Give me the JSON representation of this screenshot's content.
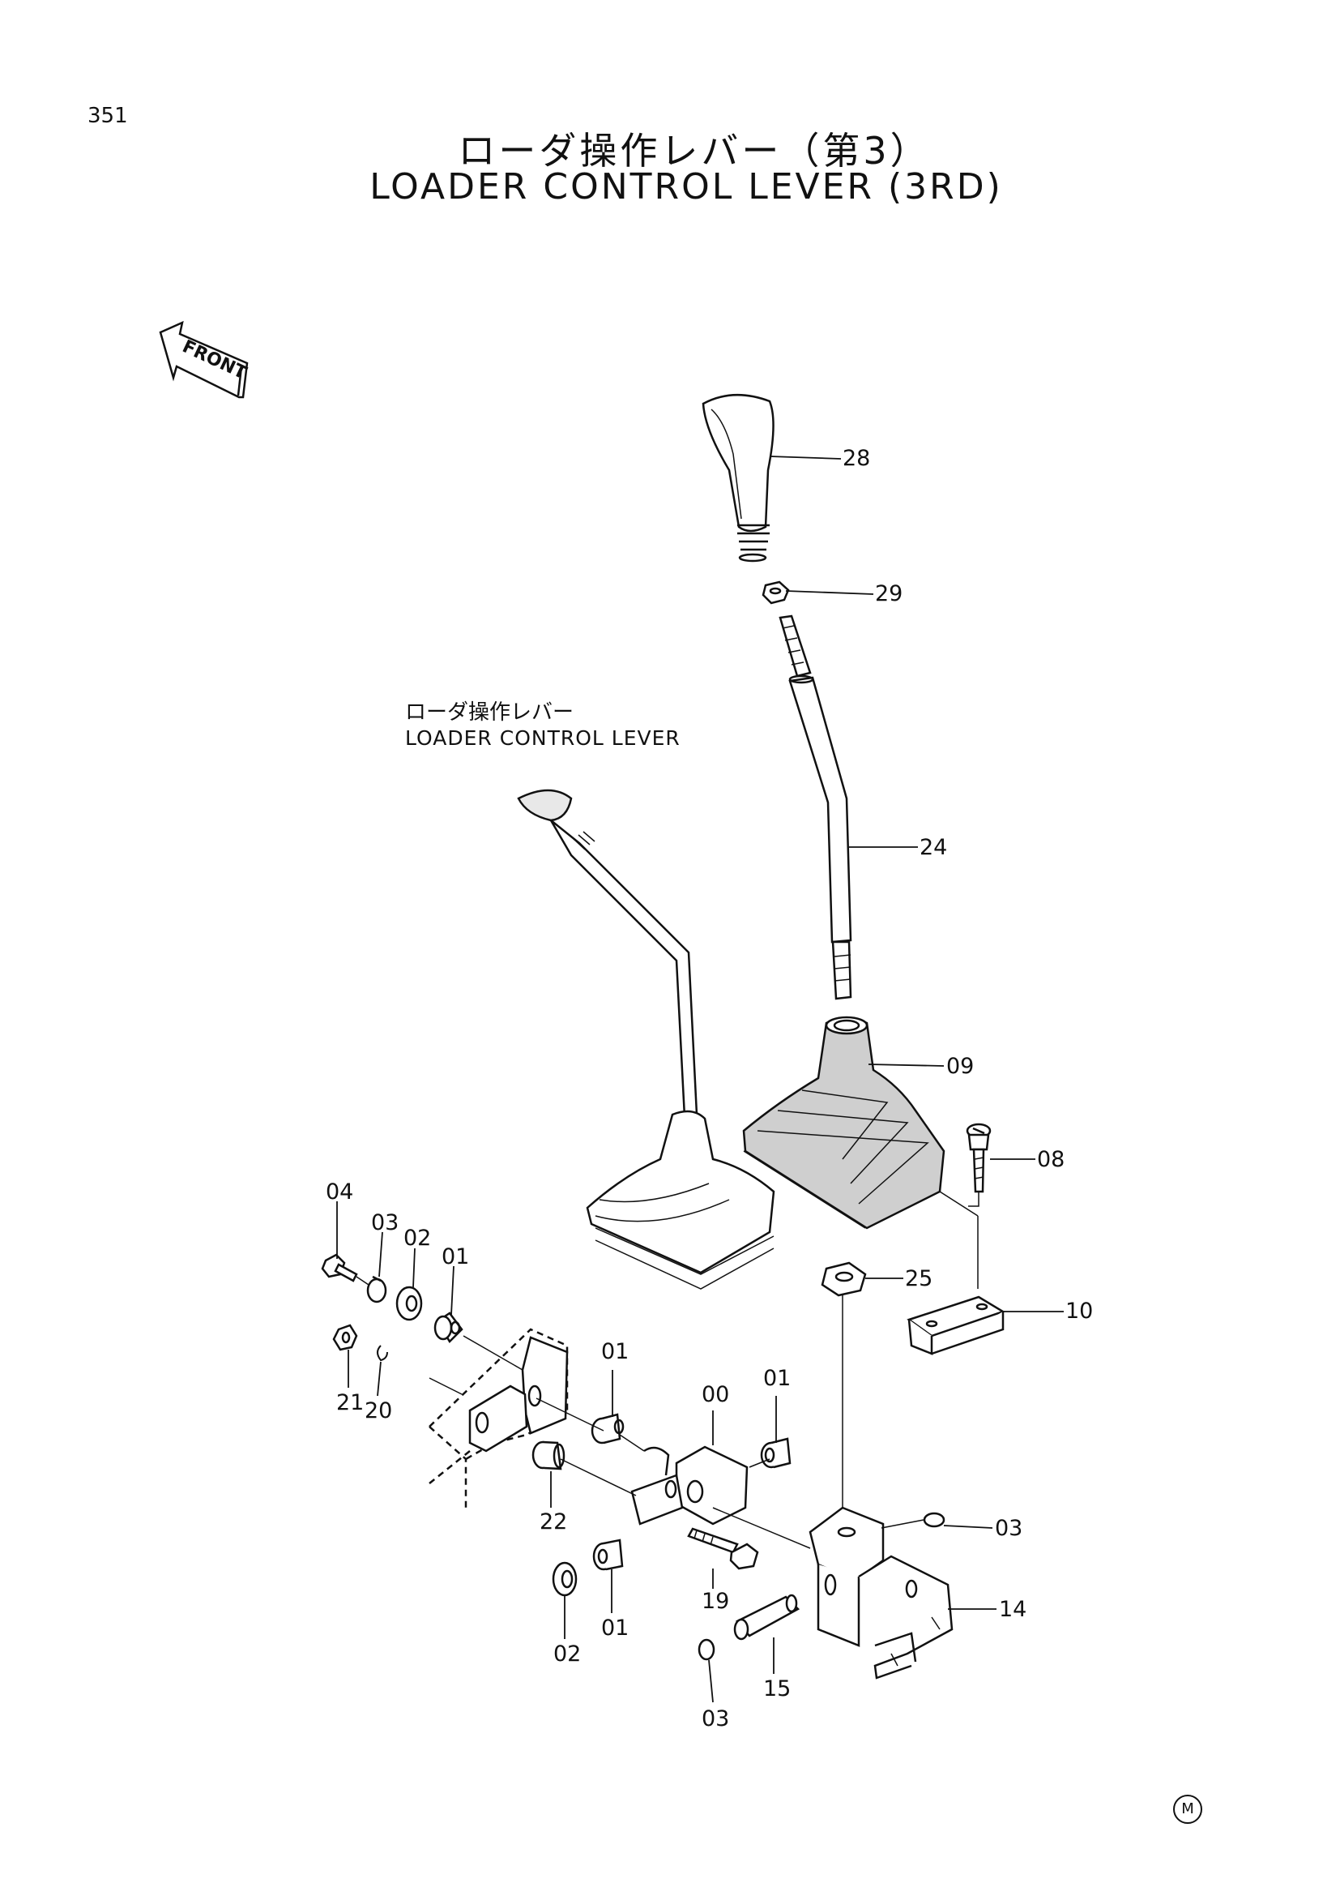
{
  "page_number": "351",
  "title_jp": "ローダ操作レバー（第3）",
  "title_en": "LOADER CONTROL LEVER (3RD)",
  "front_label": "FRONT",
  "subassembly_label_jp": "ローダ操作レバー",
  "subassembly_label_en": "LOADER CONTROL LEVER",
  "part_labels": [
    "28",
    "29",
    "24",
    "09",
    "08",
    "25",
    "10",
    "04",
    "03",
    "02",
    "01",
    "21",
    "20",
    "01",
    "00",
    "01",
    "22",
    "03",
    "14",
    "19",
    "01",
    "02",
    "15",
    "03"
  ],
  "mark": "M"
}
